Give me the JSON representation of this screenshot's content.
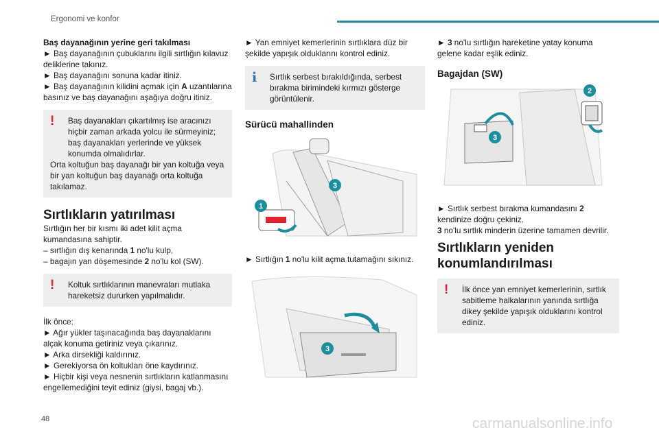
{
  "header": {
    "title": "Ergonomi ve konfor"
  },
  "colors": {
    "accent": "#1d8da0",
    "warning": "#e2222e",
    "info": "#2c74b8",
    "callout": "#1d8da0"
  },
  "col1": {
    "heading1": "Baş dayanağının yerine geri takılması",
    "step1": "► Baş dayanağının çubuklarını ilgili sırtlığın kılavuz deliklerine takınız.",
    "step2": "► Baş dayanağını sonuna kadar itiniz.",
    "step3_pre": "► Baş dayanağının kilidini açmak için ",
    "step3_bold": "A",
    "step3_post": " uzantılarına basınız ve baş dayanağını aşağıya doğru itiniz.",
    "warn1_line1": "Baş dayanakları çıkartılmış ise aracınızı hiçbir zaman arkada yolcu ile sürmeyiniz; baş dayanakları yerlerinde ve yüksek konumda olmalıdırlar.",
    "warn1_line2": "Orta koltuğun baş dayanağı bir yan koltuğa veya bir yan koltuğun baş dayanağı orta koltuğa takılamaz.",
    "heading2": "Sırtlıkların yatırılması",
    "intro": "Sırtlığın her bir kısmı iki adet kilit açma kumandasına sahiptir.",
    "lock1_pre": "– sırtlığın dış kenarında ",
    "lock1_bold": "1",
    "lock1_post": " no'lu kulp,",
    "lock2_pre": "– bagajın yan döşemesinde ",
    "lock2_bold": "2",
    "lock2_post": " no'lu kol (SW).",
    "warn2": "Koltuk sırtlıklarının manevraları mutlaka hareketsiz dururken yapılmalıdır.",
    "first": "İlk önce:",
    "pre1": "► Ağır yükler taşınacağında baş dayanaklarını alçak konuma getiriniz veya çıkarınız.",
    "pre2": "► Arka dirsekliği kaldırınız.",
    "pre3": "► Gerekiyorsa ön koltukları öne kaydırınız.",
    "pre4": "► Hiçbir kişi veya nesnenin sırtlıkların katlanmasını engellemediğini teyit ediniz (giysi, bagaj vb.)."
  },
  "col2": {
    "step1": "► Yan emniyet kemerlerinin sırtlıklara düz bir şekilde yapışık olduklarını kontrol ediniz.",
    "info1": "Sırtlık serbest bırakıldığında, serbest bırakma birimindeki kırmızı gösterge görüntülenir.",
    "heading": "Sürücü mahallinden",
    "fig1_callouts": [
      "1",
      "3"
    ],
    "step2_pre": "► Sırtlığın ",
    "step2_bold": "1",
    "step2_post": " no'lu kilit açma tutamağını sıkınız.",
    "fig2_callouts": [
      "3"
    ]
  },
  "col3": {
    "step1_pre": "► ",
    "step1_bold": "3",
    "step1_post": " no'lu sırtlığın hareketine yatay konuma gelene kadar eşlik ediniz.",
    "heading1": "Bagajdan (SW)",
    "fig3_callouts": [
      "2",
      "3"
    ],
    "step2_pre": "► Sırtlık serbest bırakma kumandasını ",
    "step2_bold": "2",
    "step2_post": " kendinize doğru çekiniz.",
    "step3_bold": "3",
    "step3_post": " no'lu sırtlık minderin üzerine tamamen devrilir.",
    "heading2": "Sırtlıkların yeniden konumlandırılması",
    "warn1": "İlk önce yan emniyet kemerlerinin, sırtlık sabitleme halkalarının yanında sırtlığa dikey şekilde yapışık olduklarını kontrol ediniz."
  },
  "footer": {
    "page": "48",
    "watermark": "carmanualsonline.info"
  }
}
